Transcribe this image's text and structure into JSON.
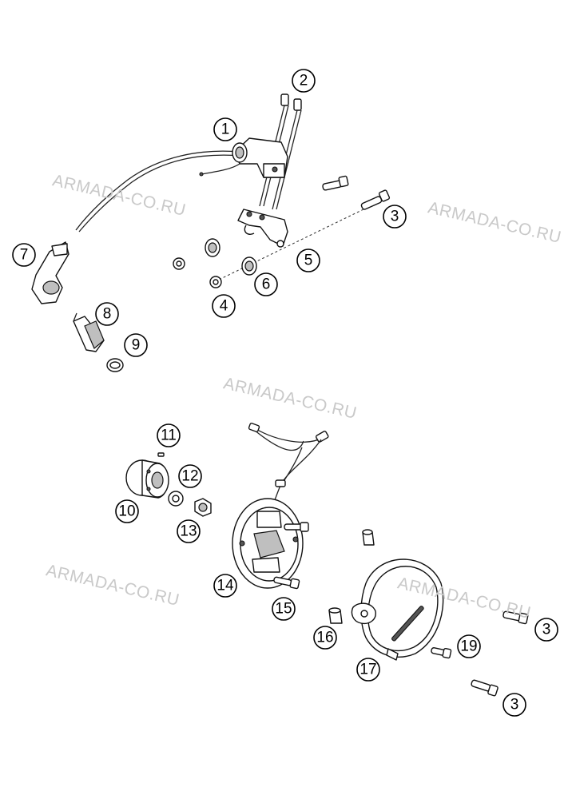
{
  "watermark": {
    "text": "ARMADA-CO.RU"
  },
  "callouts": [
    {
      "id": "c1",
      "number": "1"
    },
    {
      "id": "c2",
      "number": "2"
    },
    {
      "id": "c3a",
      "number": "3"
    },
    {
      "id": "c4",
      "number": "4"
    },
    {
      "id": "c5",
      "number": "5"
    },
    {
      "id": "c6",
      "number": "6"
    },
    {
      "id": "c7",
      "number": "7"
    },
    {
      "id": "c8",
      "number": "8"
    },
    {
      "id": "c9",
      "number": "9"
    },
    {
      "id": "c10",
      "number": "10"
    },
    {
      "id": "c11",
      "number": "11"
    },
    {
      "id": "c12",
      "number": "12"
    },
    {
      "id": "c13",
      "number": "13"
    },
    {
      "id": "c14",
      "number": "14"
    },
    {
      "id": "c15",
      "number": "15"
    },
    {
      "id": "c16",
      "number": "16"
    },
    {
      "id": "c17",
      "number": "17"
    },
    {
      "id": "c3b",
      "number": "3"
    },
    {
      "id": "c19",
      "number": "19"
    },
    {
      "id": "c3c",
      "number": "3"
    }
  ]
}
